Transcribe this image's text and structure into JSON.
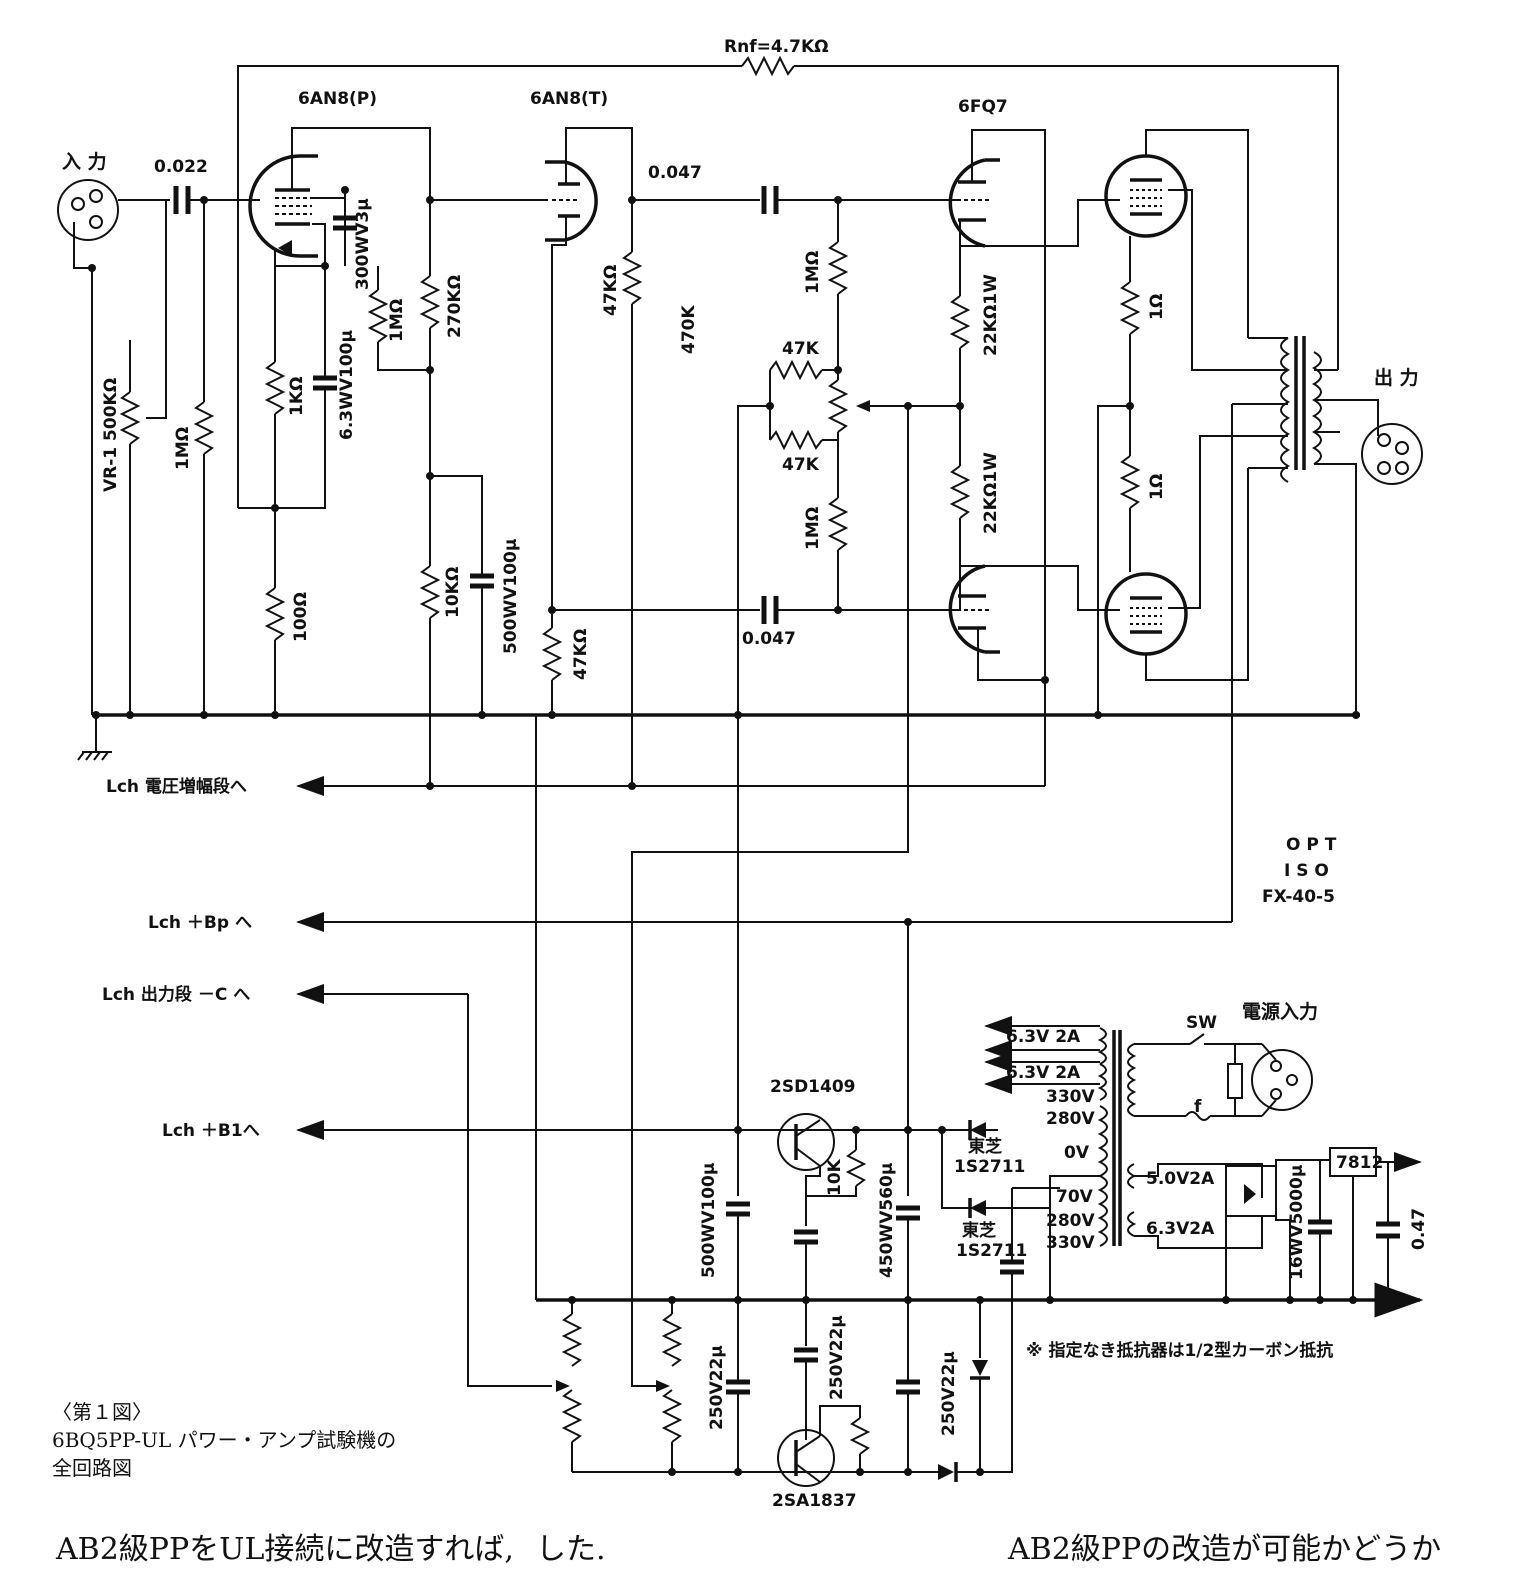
{
  "labels": {
    "rnf": "Rnf=4.7KΩ",
    "tube_v1p": "6AN8(P)",
    "tube_v1t": "6AN8(T)",
    "tube_pi": "6FQ7",
    "input": "入 力",
    "output": "出 力",
    "c_in": "0.022",
    "c_couple_top": "0.047",
    "c_couple_bot": "0.047",
    "vr1": "VR-1 500KΩ",
    "r_1m_in": "1MΩ",
    "r_1k": "1KΩ",
    "r_100": "100Ω",
    "c_300": "300WV3μ",
    "c_6v3": "6.3WV100μ",
    "r_1m_p": "1MΩ",
    "r_270k": "270KΩ",
    "r_10k": "10KΩ",
    "c_500_100": "500WV100μ",
    "r_47k_top": "47KΩ",
    "r_47k_bot": "47KΩ",
    "r_470k": "470K",
    "r_1m_a": "1MΩ",
    "r_1m_b": "1MΩ",
    "r_47k_bal1": "47K",
    "r_47k_bal2": "47K",
    "r_22k_a": "22KΩ1W",
    "r_22k_b": "22KΩ1W",
    "r_1ohm_a": "1Ω",
    "r_1ohm_b": "1Ω",
    "opt_line1": "O P T",
    "opt_line2": "I S O",
    "opt_line3": "FX-40-5",
    "lch_volt": "Lch 電圧増幅段へ",
    "lch_bp": "Lch ＋Bp へ",
    "lch_c": "Lch 出力段 －C へ",
    "lch_b1": "Lch ＋B1へ",
    "power_in": "電源入力",
    "sw": "SW",
    "fuse": "f",
    "pt_63_1": "6.3V 2A",
    "pt_63_2": "6.3V 2A",
    "pt_330a": "330V",
    "pt_280a": "280V",
    "pt_0v": "0V",
    "pt_70v": "70V",
    "pt_280b": "280V",
    "pt_330b": "330V",
    "pt_5v": "5.0V2A",
    "pt_63_3": "6.3V2A",
    "reg": "7812",
    "c_047": "0.47",
    "c_16wv": "16WV5000μ",
    "q1": "2SD1409",
    "q2": "2SA1837",
    "r_10k_q": "10K",
    "c_500_100_b": "500WV100μ",
    "c_450": "450WV560μ",
    "c_250_1": "250V22μ",
    "c_250_2": "250V22μ",
    "c_250_3": "250V22μ",
    "d1": "東芝",
    "d1b": "1S2711",
    "d2": "東芝",
    "d2b": "1S2711",
    "note": "※ 指定なき抵抗器は1/2型カーボン抵抗"
  },
  "caption": {
    "line1": "〈第１図〉",
    "line2": "6BQ5PP-UL パワー・アンプ試験機の",
    "line3": "全回路図"
  },
  "body_text": {
    "left": "AB2級PPをUL接続に改造すれば,",
    "middle": "した.",
    "right": "AB2級PPの改造が可能かどうか"
  }
}
